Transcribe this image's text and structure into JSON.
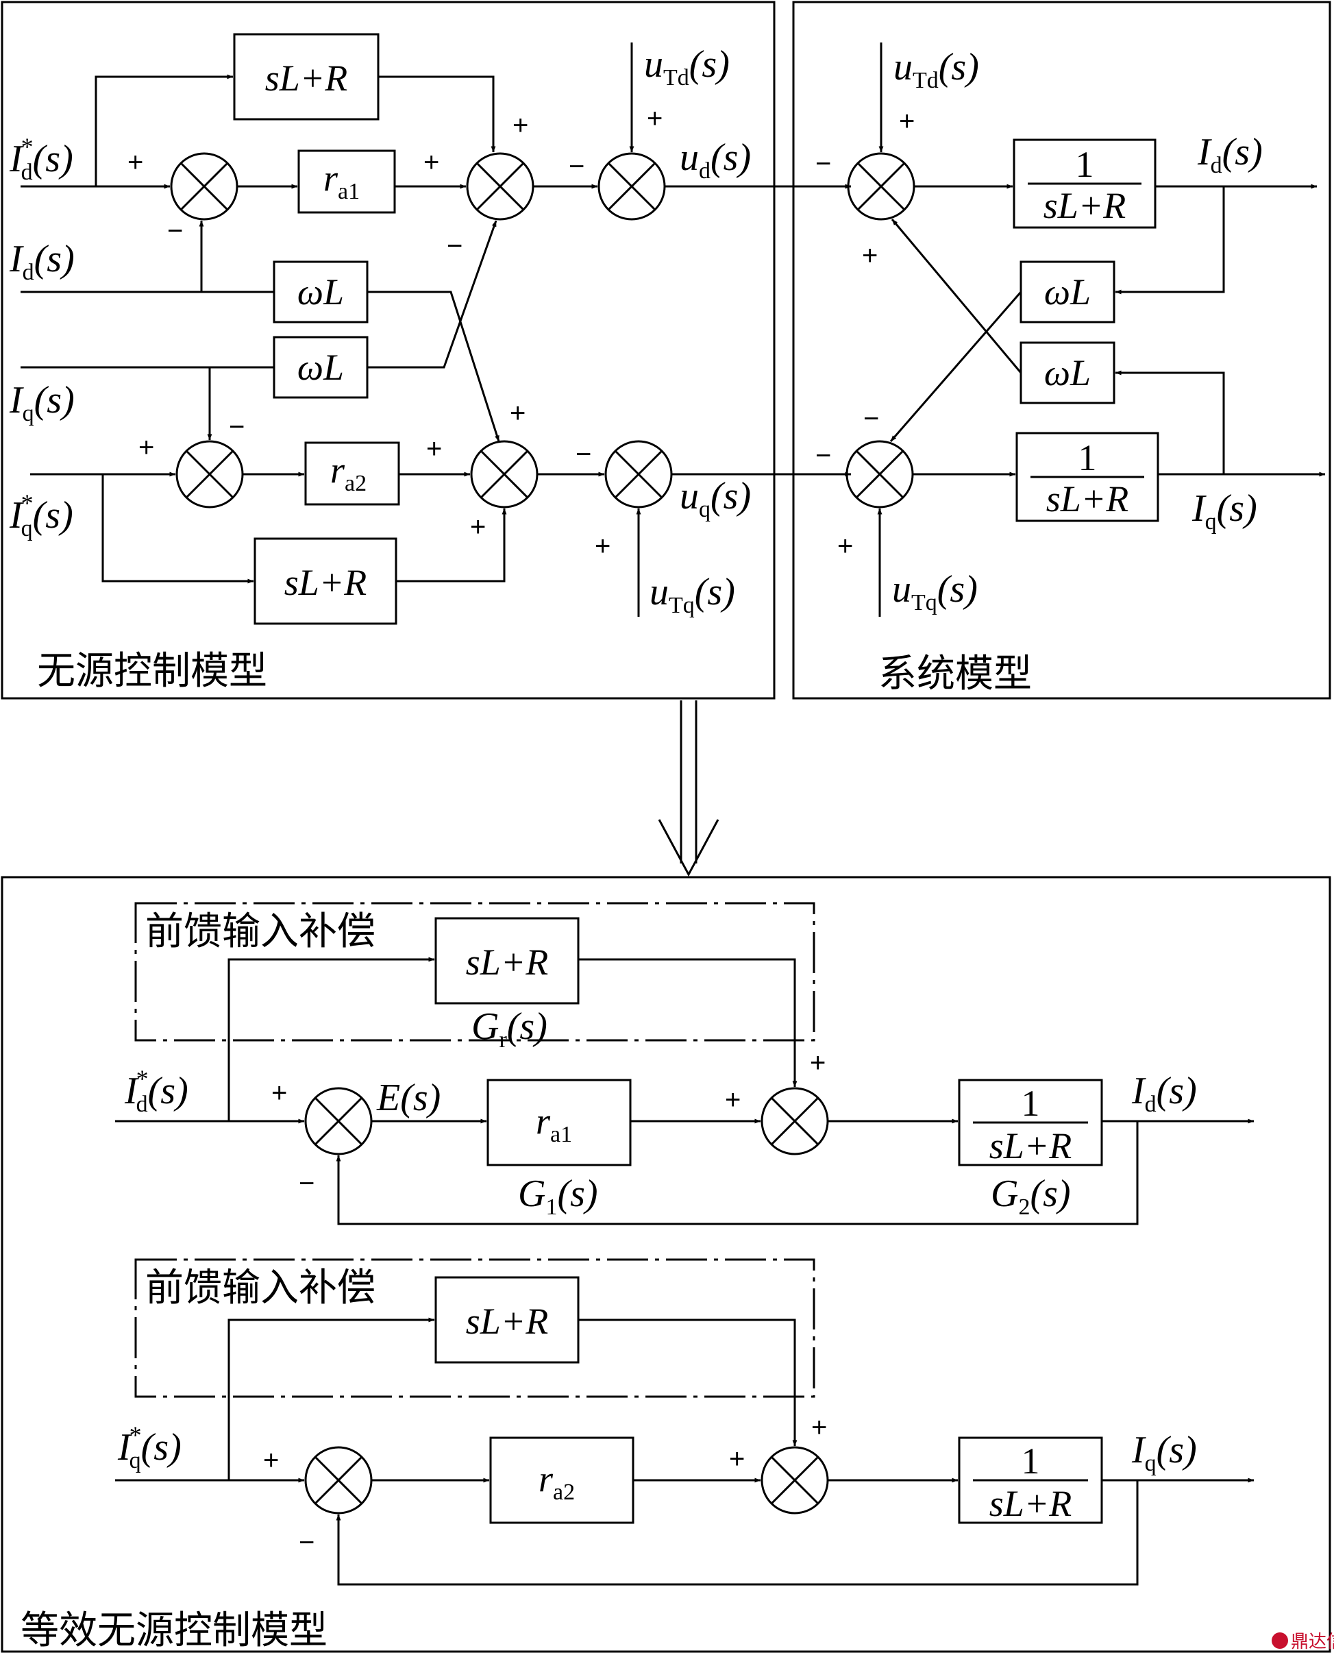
{
  "top_left_panel": {
    "title": "无源控制模型",
    "block_sl_r_top": "sL+R",
    "block_ra1": "r",
    "block_ra1_sub": "a1",
    "block_wl_1": "ωL",
    "block_wl_2": "ωL",
    "block_ra2": "r",
    "block_ra2_sub": "a2",
    "block_sl_r_bottom": "sL+R",
    "input_id_ref": "I",
    "input_id_ref_sub": "d",
    "input_id_ref_sup": "*",
    "input_id_ref_arg": "(s)",
    "input_id_fb": "I",
    "input_id_fb_sub": "d",
    "input_id_fb_arg": "(s)",
    "input_iq_fb": "I",
    "input_iq_fb_sub": "q",
    "input_iq_fb_arg": "(s)",
    "input_iq_ref": "I",
    "input_iq_ref_sub": "q",
    "input_iq_ref_sup": "*",
    "input_iq_ref_arg": "(s)",
    "utd": "u",
    "utd_sub": "Td",
    "utd_arg": "(s)",
    "utq": "u",
    "utq_sub": "Tq",
    "utq_arg": "(s)",
    "ud": "u",
    "ud_sub": "d",
    "ud_arg": "(s)",
    "uq": "u",
    "uq_sub": "q",
    "uq_arg": "(s)"
  },
  "top_right_panel": {
    "title": "系统模型",
    "utd": "u",
    "utd_sub": "Td",
    "utd_arg": "(s)",
    "utq": "u",
    "utq_sub": "Tq",
    "utq_arg": "(s)",
    "frac_num_1": "1",
    "frac_den_1": "sL+R",
    "frac_num_2": "1",
    "frac_den_2": "sL+R",
    "block_wl_1": "ωL",
    "block_wl_2": "ωL",
    "out_id": "I",
    "out_id_sub": "d",
    "out_id_arg": "(s)",
    "out_iq": "I",
    "out_iq_sub": "q",
    "out_iq_arg": "(s)"
  },
  "bottom_panel": {
    "title": "等效无源控制模型",
    "d_loop": {
      "feedforward_label": "前馈输入补偿",
      "block_sl_r": "sL+R",
      "gr_label": "G",
      "gr_sub": "r",
      "gr_arg": "(s)",
      "input": "I",
      "input_sub": "d",
      "input_sup": "*",
      "input_arg": "(s)",
      "error": "E(s)",
      "block_ra": "r",
      "block_ra_sub": "a1",
      "g1_label": "G",
      "g1_sub": "1",
      "g1_arg": "(s)",
      "frac_num": "1",
      "frac_den": "sL+R",
      "g2_label": "G",
      "g2_sub": "2",
      "g2_arg": "(s)",
      "output": "I",
      "output_sub": "d",
      "output_arg": "(s)"
    },
    "q_loop": {
      "feedforward_label": "前馈输入补偿",
      "block_sl_r": "sL+R",
      "input": "I",
      "input_sub": "q",
      "input_sup": "*",
      "input_arg": "(s)",
      "block_ra": "r",
      "block_ra_sub": "a2",
      "frac_num": "1",
      "frac_den": "sL+R",
      "output": "I",
      "output_sub": "q",
      "output_arg": "(s)"
    }
  },
  "signs": {
    "plus": "+",
    "minus": "−"
  },
  "watermark": "鼎达信"
}
